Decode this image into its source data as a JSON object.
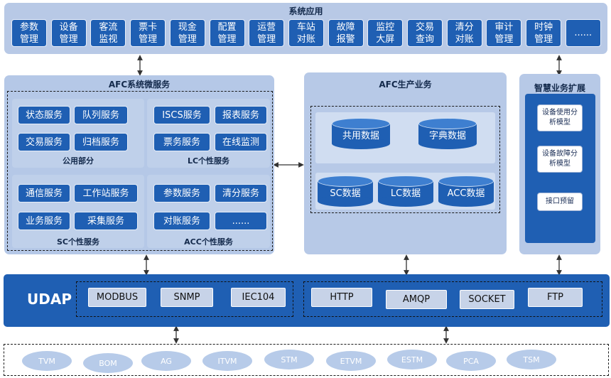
{
  "system_apps": {
    "title": "系统应用",
    "items": [
      "参数管理",
      "设备管理",
      "客流监视",
      "票卡管理",
      "现金管理",
      "配置管理",
      "运营管理",
      "车站对账",
      "故障报警",
      "监控大屏",
      "交易查询",
      "清分对账",
      "审计管理",
      "时钟管理",
      "......"
    ]
  },
  "afc_micro": {
    "title": "AFC系统微服务",
    "public": {
      "label": "公用部分",
      "items": [
        "状态服务",
        "队列服务",
        "交易服务",
        "归档服务"
      ]
    },
    "lc": {
      "label": "LC个性服务",
      "items": [
        "ISCS服务",
        "报表服务",
        "票务服务",
        "在线监测"
      ]
    },
    "sc": {
      "label": "SC个性服务",
      "items": [
        "通信服务",
        "工作站服务",
        "业务服务",
        "采集服务"
      ]
    },
    "acc": {
      "label": "ACC个性服务",
      "items": [
        "参数服务",
        "清分服务",
        "对账服务",
        "......"
      ]
    }
  },
  "afc_production": {
    "title": "AFC生产业务",
    "top_dbs": [
      "共用数据",
      "字典数据"
    ],
    "bottom_dbs": [
      "SC数据",
      "LC数据",
      "ACC数据"
    ]
  },
  "smart_ext": {
    "title": "智慧业务扩展",
    "items": [
      "设备使用分析模型",
      "设备故障分析模型",
      "接口预留"
    ]
  },
  "udap": {
    "label": "UDAP",
    "left_protocols": [
      "MODBUS",
      "SNMP",
      "IEC104"
    ],
    "right_protocols": [
      "HTTP",
      "AMQP",
      "SOCKET",
      "FTP"
    ]
  },
  "devices": [
    "TVM",
    "BOM",
    "AG",
    "ITVM",
    "STM",
    "ETVM",
    "ESTM",
    "PCA",
    "TSM"
  ],
  "colors": {
    "dark_blue": "#1f5fb3",
    "light_panel": "#b3c6e5",
    "udap_bar": "#1f5fb3"
  }
}
